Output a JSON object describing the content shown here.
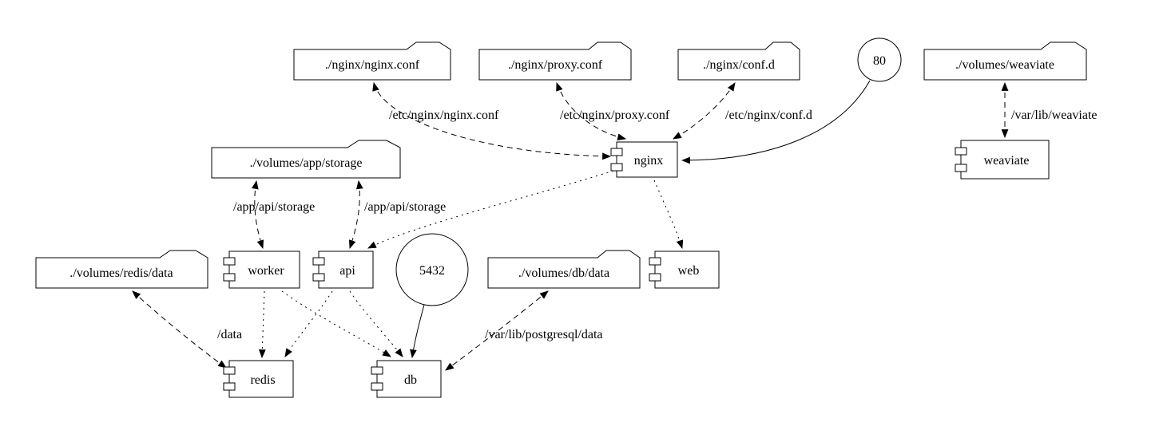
{
  "diagram": {
    "type": "docker-compose-graph",
    "nodes": {
      "nginx_conf": "./nginx/nginx.conf",
      "proxy_conf": "./nginx/proxy.conf",
      "conf_d": "./nginx/conf.d",
      "port_80": "80",
      "volumes_weaviate": "./volumes/weaviate",
      "volumes_app_storage": "./volumes/app/storage",
      "nginx": "nginx",
      "weaviate": "weaviate",
      "volumes_redis_data": "./volumes/redis/data",
      "worker": "worker",
      "api": "api",
      "port_5432": "5432",
      "volumes_db_data": "./volumes/db/data",
      "web": "web",
      "redis": "redis",
      "db": "db"
    },
    "edge_labels": {
      "nginx_conf_mount": "/etc/nginx/nginx.conf",
      "proxy_conf_mount": "/etc/nginx/proxy.conf",
      "conf_d_mount": "/etc/nginx/conf.d",
      "weaviate_mount": "/var/lib/weaviate",
      "worker_storage_mount": "/app/api/storage",
      "api_storage_mount": "/app/api/storage",
      "redis_mount": "/data",
      "db_mount": "/var/lib/postgresql/data"
    }
  }
}
